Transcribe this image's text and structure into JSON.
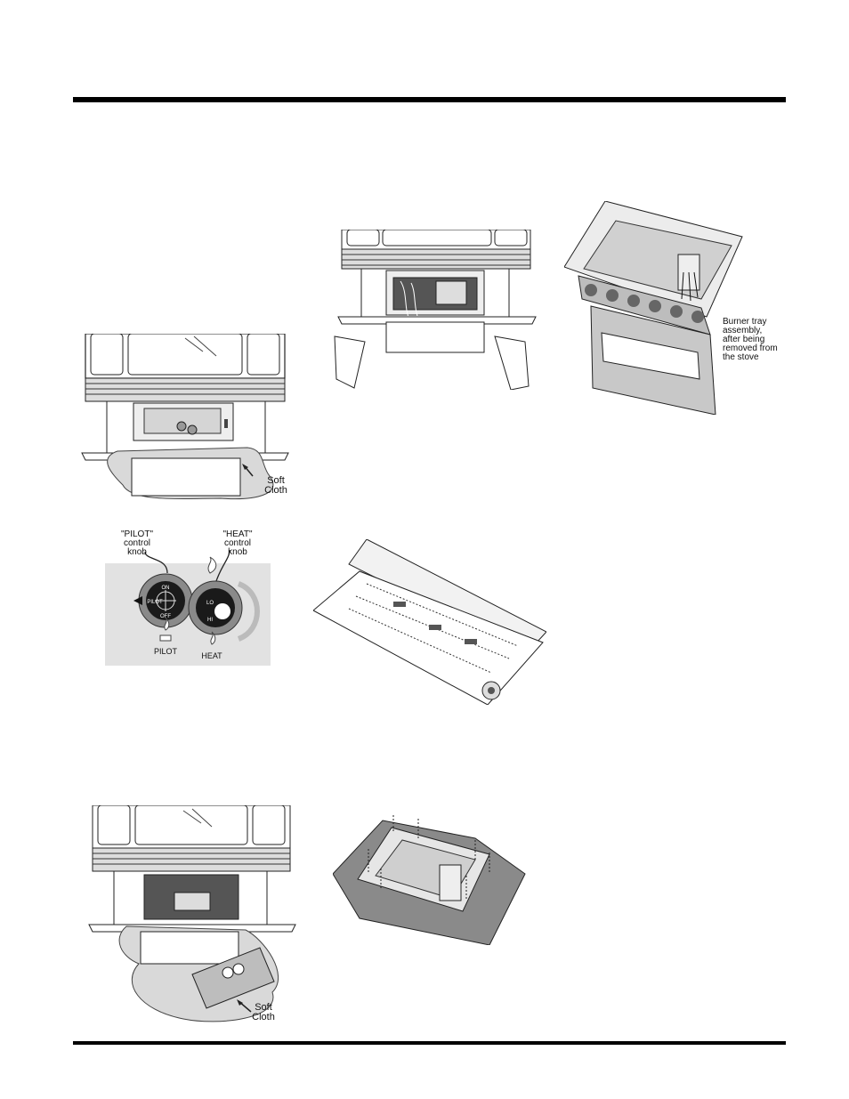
{
  "figures": {
    "stove_soft_cloth": {
      "label_line1": "Soft",
      "label_line2": "Cloth"
    },
    "control_knobs": {
      "pilot_callout_1": "\"PILOT\"",
      "pilot_callout_2": "control",
      "pilot_callout_3": "knob",
      "heat_callout_1": "\"HEAT\"",
      "heat_callout_2": "control",
      "heat_callout_3": "knob",
      "pilot_knob_top": "ON",
      "pilot_knob_left": "PILOT",
      "pilot_knob_bottom": "OFF",
      "heat_knob_top": "LO",
      "heat_knob_bottom": "HI",
      "pilot_label": "PILOT",
      "heat_label": "HEAT"
    },
    "burner_tray": {
      "label_line1": "Burner tray",
      "label_line2": "assembly,",
      "label_line3": "after being",
      "label_line4": "removed from",
      "label_line5": "the stove"
    },
    "stove_panel_removed": {
      "label_line1": "Soft",
      "label_line2": "Cloth"
    }
  }
}
